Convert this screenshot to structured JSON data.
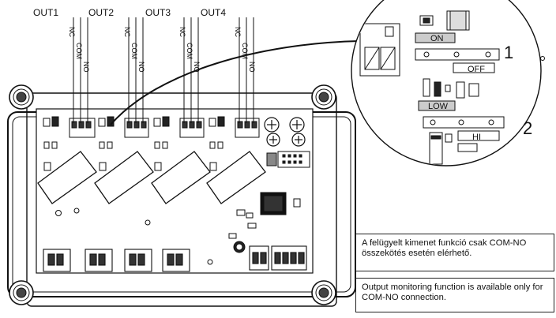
{
  "outputs": [
    "OUT1",
    "OUT2",
    "OUT3",
    "OUT4"
  ],
  "terminal_labels": [
    "NC",
    "COM",
    "NO"
  ],
  "inset": {
    "jumper_1": {
      "number": "1",
      "top_label": "ON",
      "bottom_label": "OFF"
    },
    "jumper_2": {
      "number": "2",
      "top_label": "LOW",
      "bottom_label": "HI"
    }
  },
  "notes": {
    "hungarian": "A felügyelt kimenet funkció csak COM-NO összekötés esetén elérhető.",
    "english": "Output monitoring function is available only for COM-NO connection."
  }
}
